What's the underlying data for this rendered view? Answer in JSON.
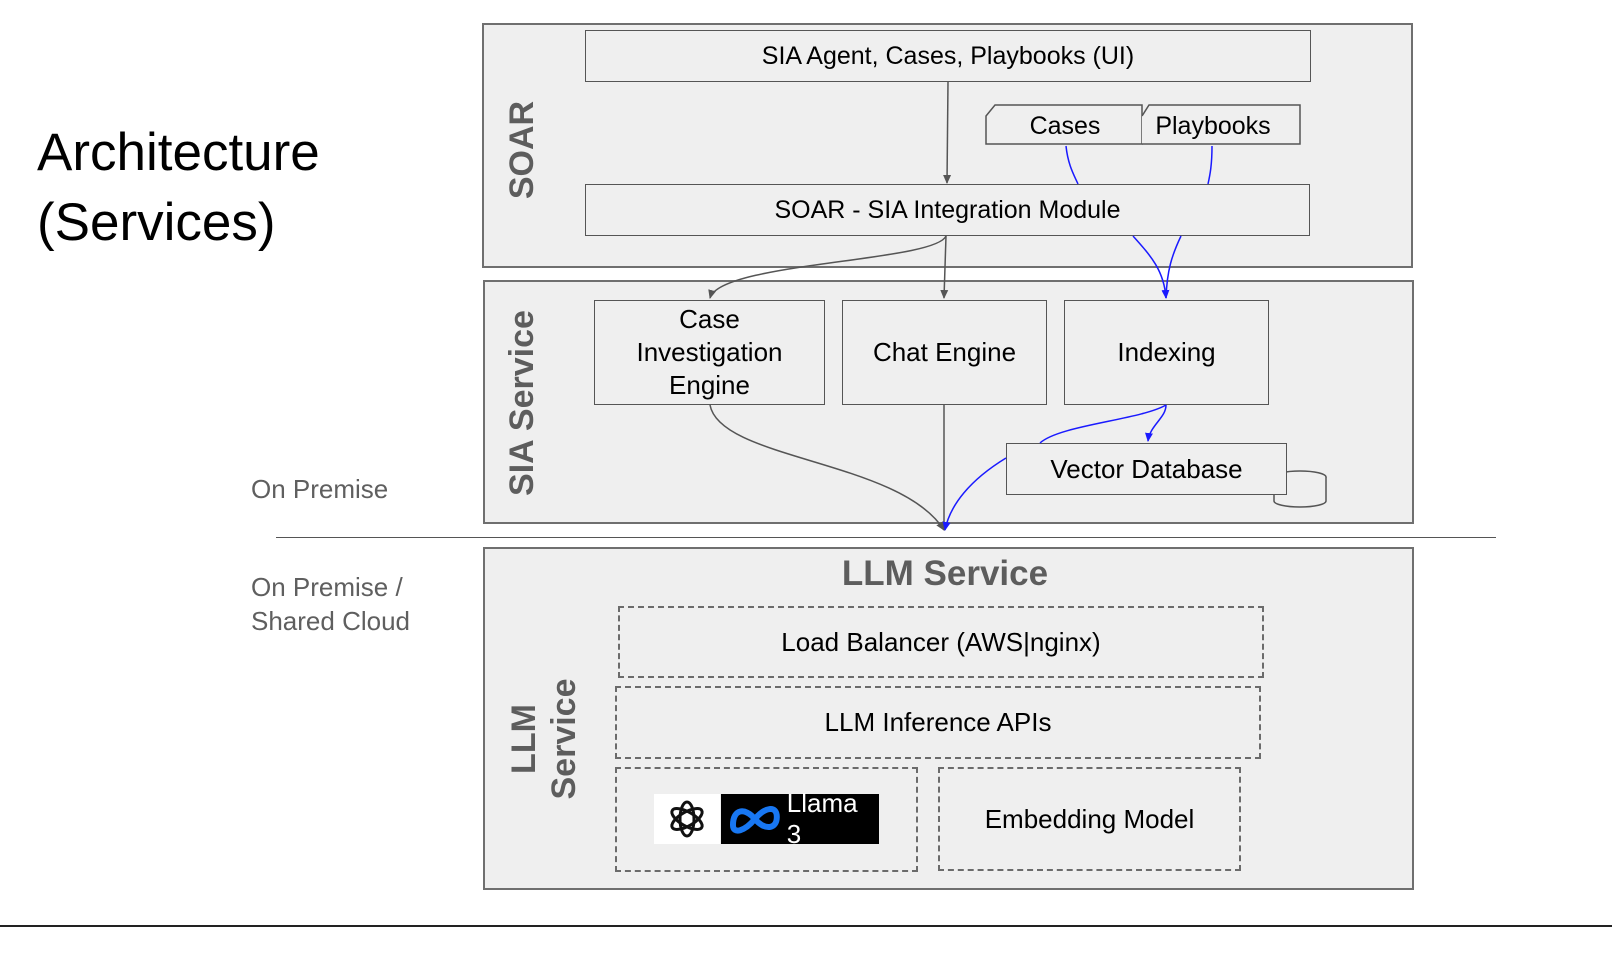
{
  "title_line1": "Architecture",
  "title_line2": "(Services)",
  "notes": {
    "on_premise": "On Premise",
    "shared_line1": "On Premise /",
    "shared_line2": "Shared Cloud"
  },
  "soar": {
    "label": "SOAR",
    "ui_box": "SIA Agent, Cases, Playbooks (UI)",
    "cases": "Cases",
    "playbooks": "Playbooks",
    "integration_module": "SOAR - SIA Integration Module"
  },
  "sia": {
    "label": "SIA Service",
    "case_engine_l1": "Case",
    "case_engine_l2": "Investigation",
    "case_engine_l3": "Engine",
    "chat_engine": "Chat Engine",
    "indexing": "Indexing",
    "vector_db": "Vector Database"
  },
  "llm": {
    "header": "LLM Service",
    "side_l1": "LLM",
    "side_l2": "Service",
    "load_balancer": "Load Balancer (AWS|nginx)",
    "inference_apis": "LLM Inference APIs",
    "llama_label": "Llama 3",
    "embedding_model": "Embedding Model"
  },
  "colors": {
    "panel_bg": "#efefef",
    "blue_arrow": "#1a1aff",
    "gray_arrow": "#555555",
    "label_gray": "#5d5d5d"
  }
}
